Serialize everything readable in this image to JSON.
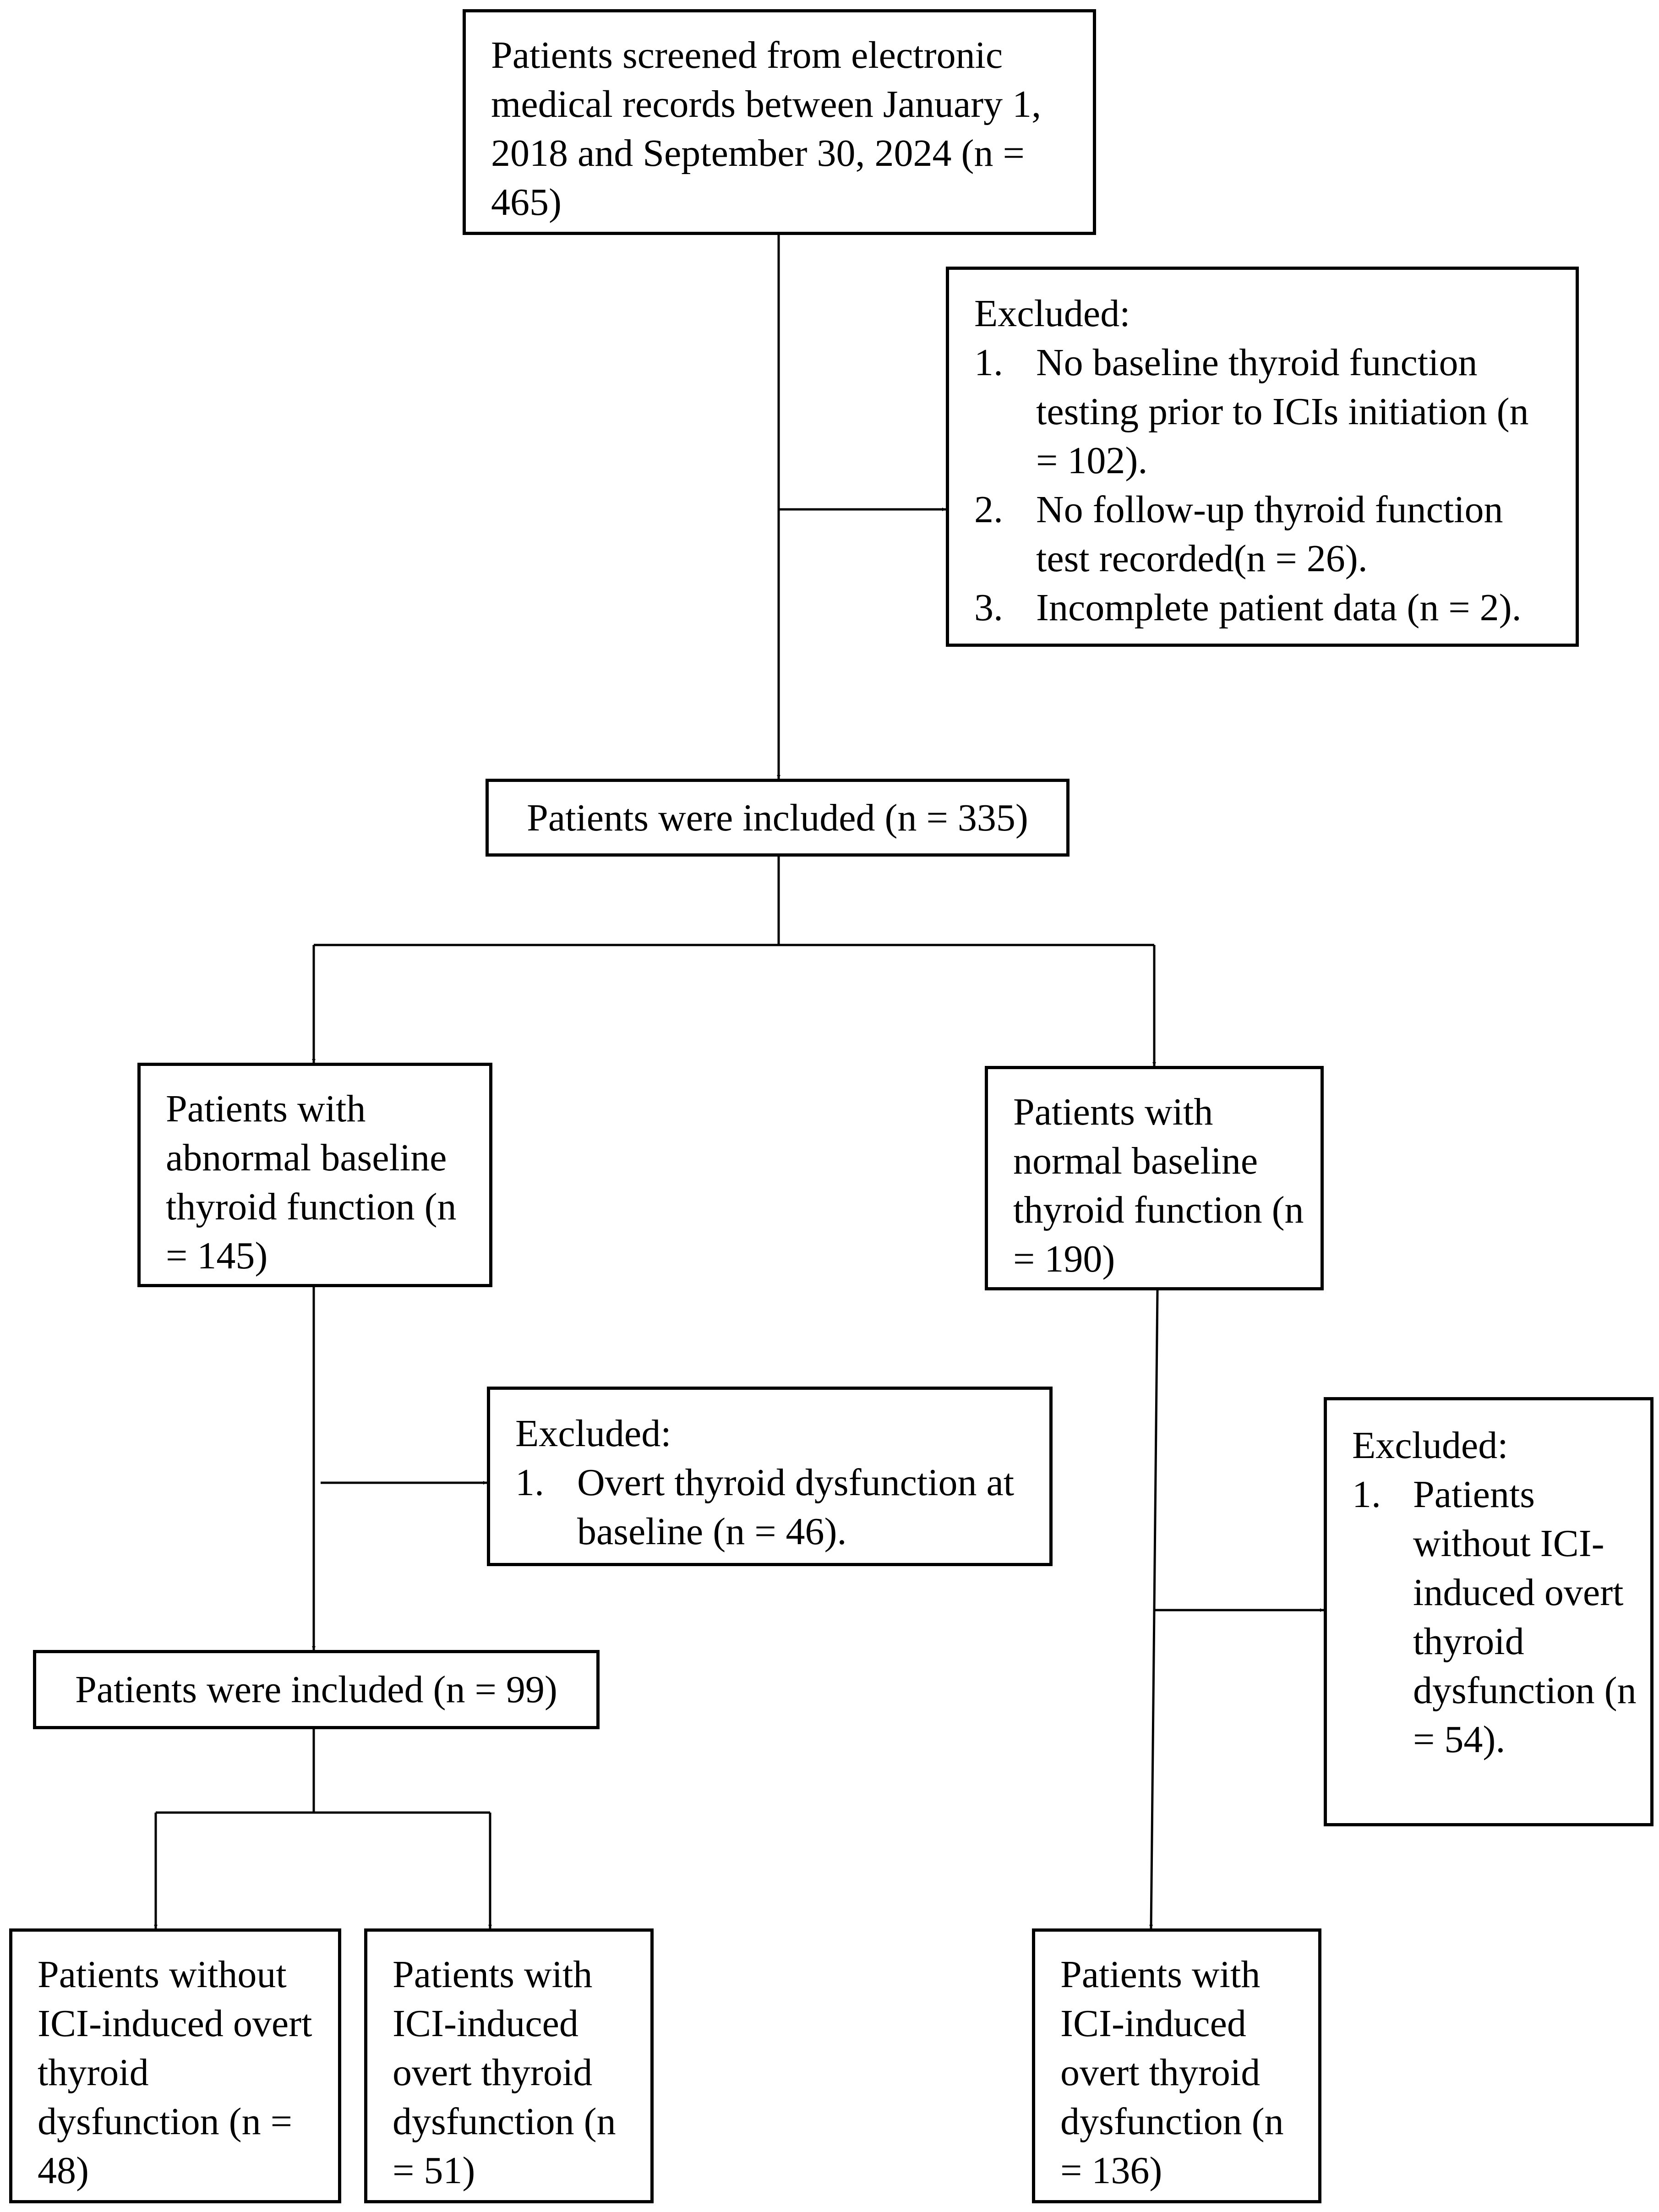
{
  "boxes": {
    "screened": {
      "text": "Patients screened from electronic medical records between January 1, 2018 and September 30, 2024 (n = 465)"
    },
    "excluded_1": {
      "heading": "Excluded:",
      "items": [
        {
          "num": "1.",
          "text": "No baseline thyroid function testing prior to ICIs initiation (n = 102)."
        },
        {
          "num": "2.",
          "text": "No follow-up thyroid function test recorded(n = 26)."
        },
        {
          "num": "3.",
          "text": "Incomplete patient data (n = 2)."
        }
      ]
    },
    "included_335": {
      "text": "Patients were included (n = 335)"
    },
    "abnormal_baseline": {
      "text": "Patients with abnormal baseline thyroid function (n = 145)"
    },
    "normal_baseline": {
      "text": "Patients with normal baseline thyroid function (n = 190)"
    },
    "excluded_2": {
      "heading": "Excluded:",
      "items": [
        {
          "num": "1.",
          "text": "Overt thyroid dysfunction at baseline (n = 46)."
        }
      ]
    },
    "excluded_3": {
      "heading": "Excluded:",
      "items": [
        {
          "num": "1.",
          "text": "Patients without ICI-induced overt thyroid dysfunction (n = 54)."
        }
      ]
    },
    "included_99": {
      "text": "Patients were included (n = 99)"
    },
    "without_ici": {
      "text": "Patients without ICI-induced overt thyroid dysfunction (n = 48)"
    },
    "with_ici_51": {
      "text": "Patients with ICI-induced overt thyroid dysfunction (n = 51)"
    },
    "with_ici_136": {
      "text": "Patients with ICI-induced overt thyroid dysfunction (n = 136)"
    }
  },
  "colors": {
    "stroke": "#000000",
    "background": "#ffffff",
    "text": "#000000"
  }
}
